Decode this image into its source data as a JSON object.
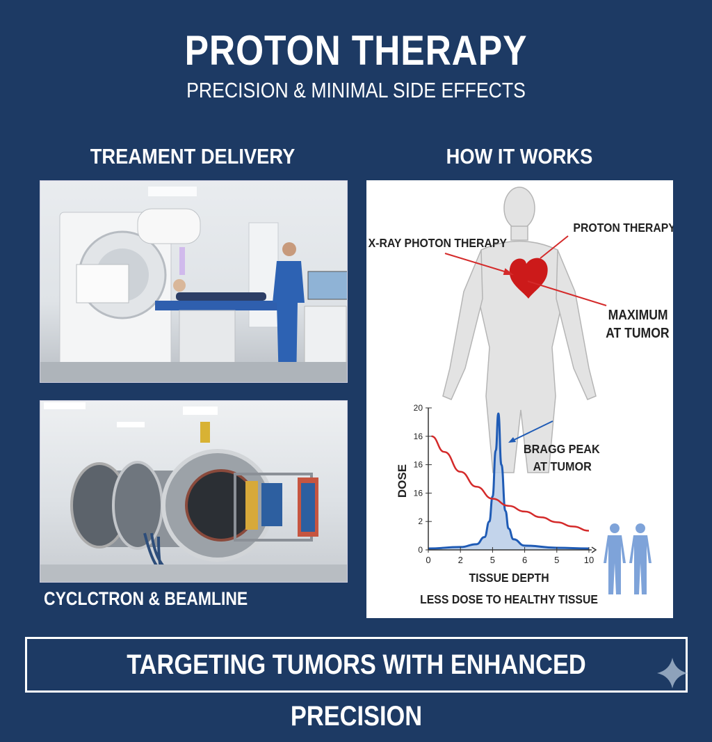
{
  "header": {
    "title": "PROTON THERAPY",
    "subtitle": "PRECISION & MINIMAL SIDE EFFECTS"
  },
  "left": {
    "heading": "TREAMENT DELIVERY",
    "caption": "CYCLCTRON & BEAMLINE"
  },
  "right": {
    "heading": "HOW IT WORKS",
    "body_labels": {
      "xray": "X-RAY PHOTON THERAPY",
      "proton": "PROTON THERAPY",
      "max_line1": "MAXIMUM",
      "max_line2": "AT TUMOR"
    }
  },
  "footer": {
    "banner": "TARGETING TUMORS WITH ENHANCED PRECISION"
  },
  "colors": {
    "background": "#1d3a64",
    "photon": "#d42a2a",
    "proton": "#1f5bb5",
    "proton_fill": "#b9cde8",
    "heart": "#cc1a1a"
  },
  "chart_data": {
    "type": "line",
    "xlabel": "TISSUE DEPTH",
    "ylabel": "DOSE",
    "caption": "LESS DOSE TO HEALTHY TISSUE",
    "annotation": {
      "line1": "BRAGG PEAK",
      "line2": "AT TUMOR"
    },
    "xlim": [
      0,
      10
    ],
    "ylim": [
      0,
      20
    ],
    "x_ticks": [
      0,
      2,
      4,
      6,
      8,
      10
    ],
    "x_tick_labels": [
      "0",
      "2",
      "5",
      "6",
      "5",
      "10"
    ],
    "y_ticks": [
      0,
      4,
      8,
      12,
      16,
      20
    ],
    "y_tick_labels": [
      "0",
      "2",
      "16",
      "16",
      "16",
      "20"
    ],
    "series": [
      {
        "name": "X-ray photon",
        "color": "#d42a2a",
        "points": [
          [
            0.2,
            16
          ],
          [
            1,
            13.8
          ],
          [
            2,
            11
          ],
          [
            3,
            8.9
          ],
          [
            4,
            7.2
          ],
          [
            5,
            6.2
          ],
          [
            6,
            5.4
          ],
          [
            7,
            4.6
          ],
          [
            8,
            3.9
          ],
          [
            9,
            3.3
          ],
          [
            10,
            2.7
          ]
        ]
      },
      {
        "name": "Proton",
        "color": "#1f5bb5",
        "filled": true,
        "points": [
          [
            0,
            0.2
          ],
          [
            2,
            0.4
          ],
          [
            3,
            0.8
          ],
          [
            3.5,
            1.8
          ],
          [
            3.8,
            4
          ],
          [
            4,
            7.5
          ],
          [
            4.2,
            14
          ],
          [
            4.36,
            19.2
          ],
          [
            4.55,
            12
          ],
          [
            4.8,
            5.5
          ],
          [
            5,
            3
          ],
          [
            5.3,
            1.5
          ],
          [
            6,
            0.6
          ],
          [
            8,
            0.3
          ],
          [
            10,
            0.2
          ]
        ]
      }
    ]
  }
}
